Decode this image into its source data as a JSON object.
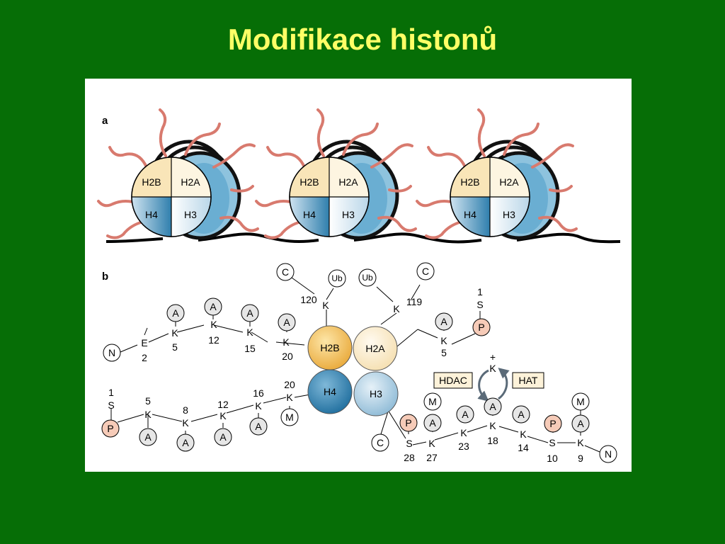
{
  "slide": {
    "title": "Modifikace histonů"
  },
  "panels": {
    "a_label": "a",
    "b_label": "b"
  },
  "panel_a": {
    "quadrant_labels": {
      "tl": "H2B",
      "tr": "H2A",
      "bl": "H4",
      "br": "H3"
    }
  },
  "panel_b": {
    "cores": {
      "h2b": "H2B",
      "h2a": "H2A",
      "h4": "H4",
      "h3": "H3"
    },
    "labels": {
      "n": "N",
      "e": "E",
      "k": "K",
      "s": "S",
      "a": "A",
      "m": "M",
      "p": "P",
      "c": "C",
      "ub": "Ub",
      "plus": "+",
      "hdac": "HDAC",
      "hat": "HAT",
      "n1": "1",
      "n2": "2",
      "n5": "5",
      "n8": "8",
      "n9": "9",
      "n10": "10",
      "n12": "12",
      "n14": "14",
      "n15": "15",
      "n16": "16",
      "n18": "18",
      "n20": "20",
      "n23": "23",
      "n27": "27",
      "n28": "28",
      "n119": "119",
      "n120": "120"
    }
  },
  "colors": {
    "background": "#066e06",
    "title": "#ffff66",
    "h2b_fill": "#f2c25a",
    "h2a_fill": "#fbeccb",
    "h4_fill": "#3d8fbc",
    "h3_fill": "#a8cde2",
    "tail": "#d87a6e",
    "phospho": "#f6cbb8",
    "mod_grey": "#e6e6e6"
  }
}
